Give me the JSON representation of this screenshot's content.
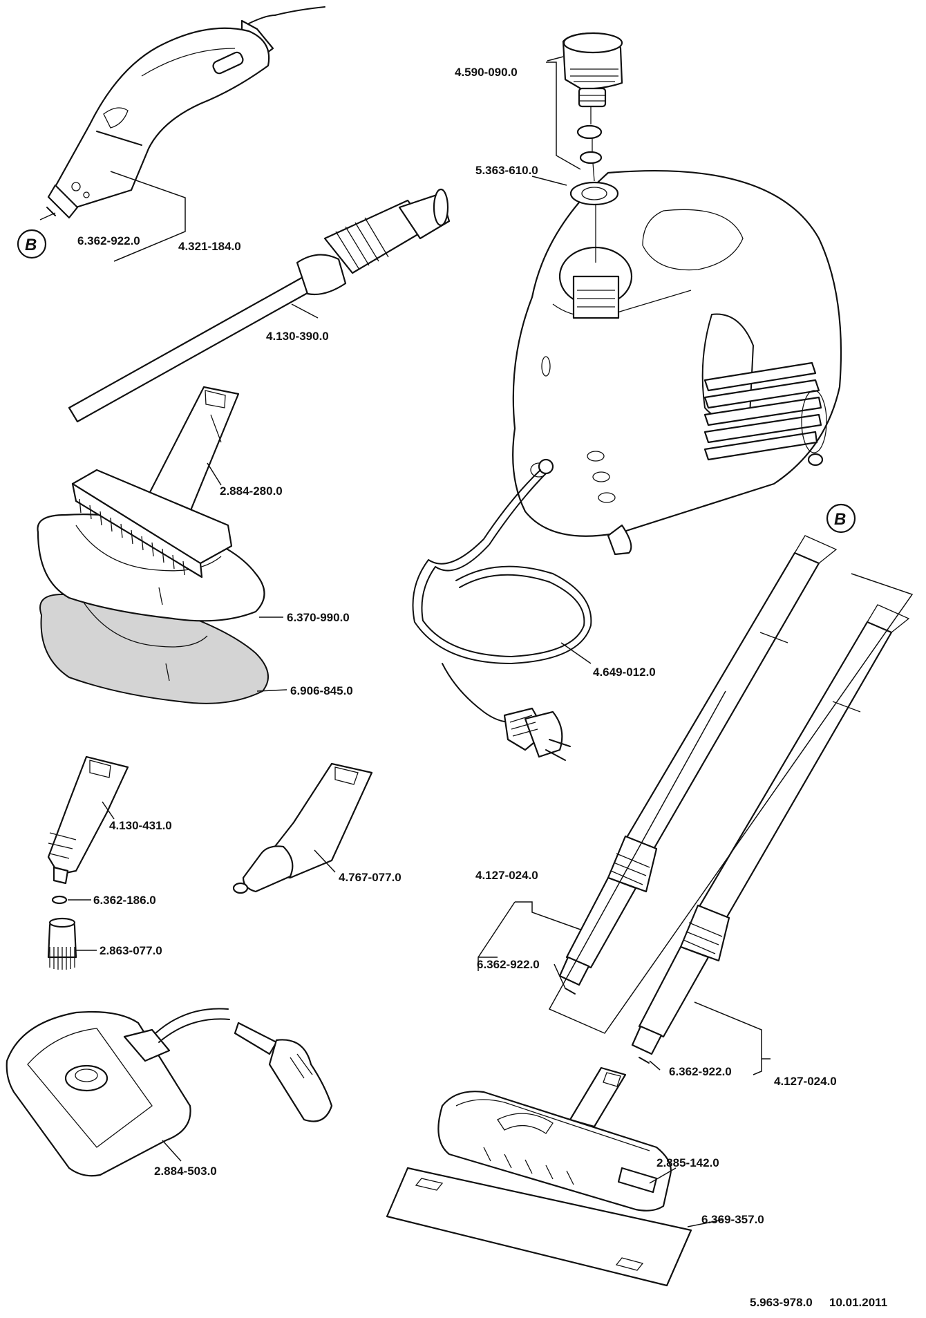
{
  "labels": {
    "hand_gun": "4.321-184.0",
    "gun_oring": "6.362-922.0",
    "lance": "4.130-390.0",
    "cap": "4.590-090.0",
    "seal": "5.363-610.0",
    "hand_nozzle": "2.884-280.0",
    "cloth_white": "6.370-990.0",
    "cloth_grey": "6.906-845.0",
    "power_cord": "4.649-012.0",
    "detail_nozzle": "4.130-431.0",
    "detail_oring": "6.362-186.0",
    "round_brush": "2.863-077.0",
    "power_nozzle": "4.767-077.0",
    "tube_1": "4.127-024.0",
    "tube_1_oring": "6.362-922.0",
    "tube_2_oring": "6.362-922.0",
    "tube_2": "4.127-024.0",
    "steam_iron": "2.884-503.0",
    "floor_nozzle": "2.885-142.0",
    "floor_cloth": "6.369-357.0"
  },
  "references": {
    "gun_ref": "B",
    "tube_ref": "B"
  },
  "footer": {
    "document_number": "5.963-978.0",
    "date": "10.01.2011"
  }
}
